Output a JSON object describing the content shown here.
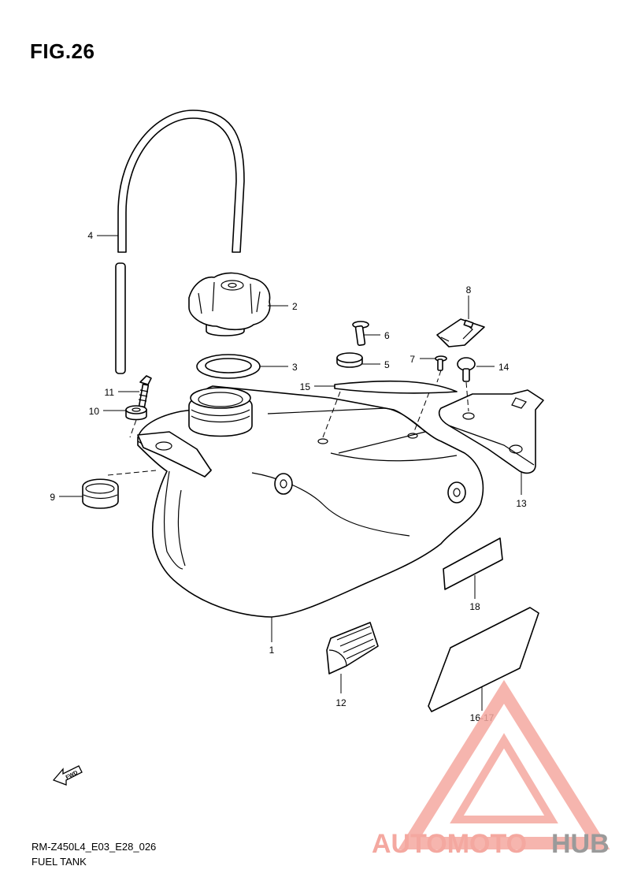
{
  "figure": {
    "title": "FIG.26",
    "model_code": "RM-Z450L4_E03_E28_026",
    "section_name": "FUEL TANK"
  },
  "callouts": [
    {
      "id": "c1",
      "label": "1"
    },
    {
      "id": "c2",
      "label": "2"
    },
    {
      "id": "c3",
      "label": "3"
    },
    {
      "id": "c4",
      "label": "4"
    },
    {
      "id": "c5",
      "label": "5"
    },
    {
      "id": "c6",
      "label": "6"
    },
    {
      "id": "c7",
      "label": "7"
    },
    {
      "id": "c8",
      "label": "8"
    },
    {
      "id": "c9",
      "label": "9"
    },
    {
      "id": "c10",
      "label": "10"
    },
    {
      "id": "c11",
      "label": "11"
    },
    {
      "id": "c12",
      "label": "12"
    },
    {
      "id": "c13",
      "label": "13"
    },
    {
      "id": "c14",
      "label": "14"
    },
    {
      "id": "c15",
      "label": "15"
    },
    {
      "id": "c16",
      "label": "16-17"
    },
    {
      "id": "c18",
      "label": "18"
    }
  ],
  "fwd_marker": "FWD",
  "watermark": {
    "text_part1": "AUTOMOTO",
    "text_part2": "HUB",
    "color_primary": "#f4a8a0",
    "color_secondary": "#9a9a9a"
  }
}
